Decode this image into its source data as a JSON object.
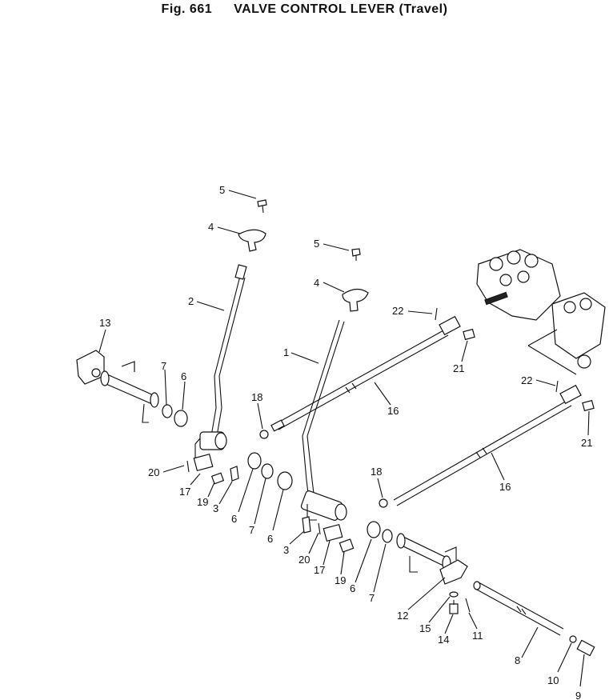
{
  "figure": {
    "number": "Fig. 661",
    "title": "VALVE CONTROL LEVER (Travel)"
  },
  "callouts": [
    "5",
    "4",
    "2",
    "5",
    "4",
    "22",
    "1",
    "13",
    "7",
    "6",
    "21",
    "18",
    "16",
    "22",
    "20",
    "17",
    "19",
    "3",
    "6",
    "7",
    "6",
    "21",
    "18",
    "16",
    "3",
    "20",
    "17",
    "19",
    "6",
    "7",
    "12",
    "15",
    "14",
    "11",
    "8",
    "10",
    "9"
  ]
}
